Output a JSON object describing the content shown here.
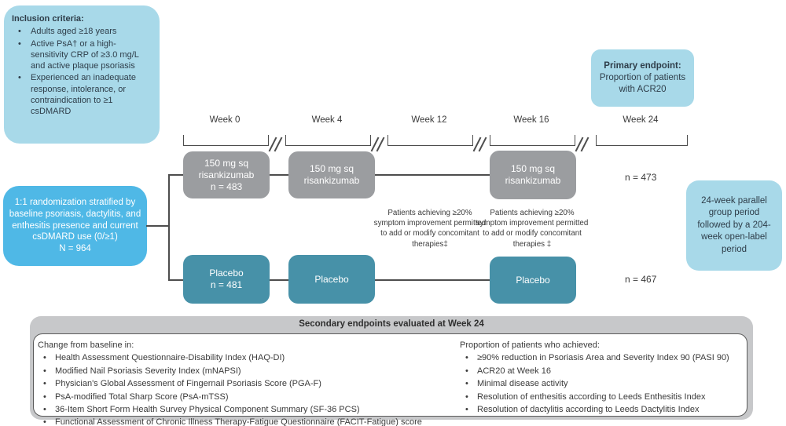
{
  "inclusion": {
    "title": "Inclusion criteria:",
    "items": [
      "Adults aged ≥18 years",
      "Active PsA† or a high-sensitivity CRP of ≥3.0 mg/L and active plaque psoriasis",
      "Experienced an inadequate response, intolerance, or contraindication to ≥1 csDMARD"
    ]
  },
  "randomization": {
    "text": "1:1 randomization stratified by baseline psoriasis, dactylitis, and enthesitis presence and current csDMARD use (0/≥1)",
    "n": "N = 964"
  },
  "primary_endpoint": {
    "title": "Primary endpoint:",
    "text": "Proportion of patients with ACR20"
  },
  "parallel_period": {
    "text": "24-week parallel group period followed by a 204-week open-label period"
  },
  "timeline": {
    "weeks": [
      "Week 0",
      "Week 4",
      "Week 12",
      "Week 16",
      "Week 24"
    ]
  },
  "arms": {
    "risankizumab": {
      "box1": {
        "label": "150 mg sq risankizumab",
        "n": "n = 483"
      },
      "box2": {
        "label": "150 mg sq risankizumab"
      },
      "box3": {
        "label": "150 mg sq risankizumab"
      },
      "n_final": "n = 473"
    },
    "placebo": {
      "box1": {
        "label": "Placebo",
        "n": "n = 481"
      },
      "box2": {
        "label": "Placebo"
      },
      "box3": {
        "label": "Placebo"
      },
      "n_final": "n = 467"
    }
  },
  "notes": {
    "week12": "Patients achieving ≥20% symptom improvement permitted to add or modify concomitant therapies‡",
    "week16": "Patients achieving ≥20% symptom improvement permitted to add or modify concomitant therapies ‡"
  },
  "secondary": {
    "header": "Secondary endpoints evaluated at Week 24",
    "left": {
      "title": "Change from baseline in:",
      "items": [
        "Health Assessment Questionnaire-Disability Index (HAQ-DI)",
        "Modified Nail Psoriasis Severity Index (mNAPSI)",
        "Physician's Global Assessment of Fingernail Psoriasis Score (PGA-F)",
        "PsA-modified Total Sharp Score (PsA-mTSS)",
        "36-Item Short Form Health Survey Physical Component Summary (SF-36 PCS)",
        "Functional Assessment of Chronic Illness Therapy-Fatigue Questionnaire (FACIT-Fatigue) score"
      ]
    },
    "right": {
      "title": "Proportion of patients who achieved:",
      "items": [
        "≥90% reduction in Psoriasis Area and Severity Index 90 (PASI 90)",
        "ACR20 at Week 16",
        "Minimal disease activity",
        "Resolution of enthesitis according to Leeds Enthesitis Index",
        "Resolution of dactylitis according to Leeds Dactylitis Index"
      ]
    }
  },
  "colors": {
    "light_blue": "#a8d9e9",
    "bright_blue": "#4fb8e6",
    "gray_box": "#9b9da0",
    "teal_box": "#4791a8",
    "header_gray": "#c7c8ca",
    "line": "#4d4d4d"
  }
}
